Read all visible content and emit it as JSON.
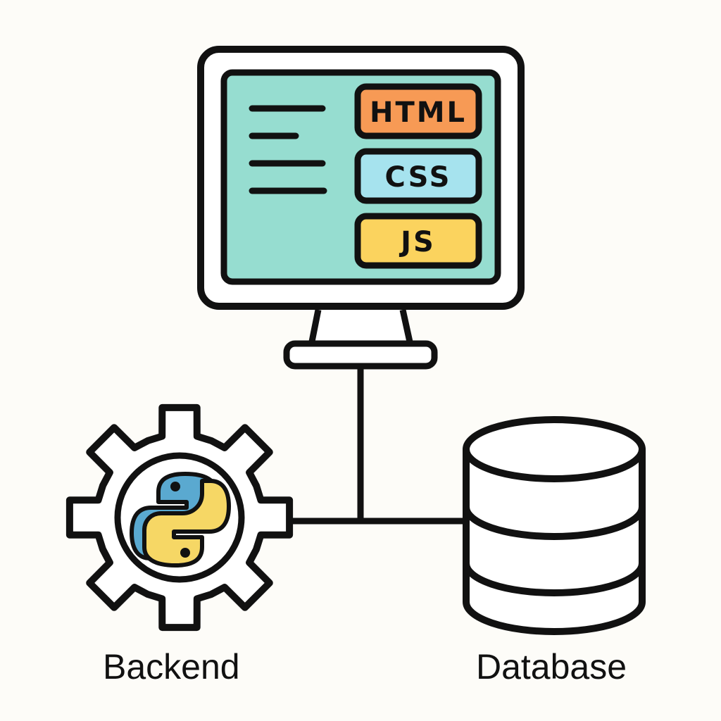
{
  "frontend": {
    "tags": [
      {
        "label": "HTML",
        "color": "#f79a55"
      },
      {
        "label": "CSS",
        "color": "#a6e3ee"
      },
      {
        "label": "JS",
        "color": "#fbd35e"
      }
    ],
    "screen_color": "#96ddd0",
    "icon": "monitor-icon"
  },
  "backend": {
    "label": "Backend",
    "icon": "gear-python-icon",
    "python_colors": {
      "blue": "#5aa9d0",
      "yellow": "#f6d765"
    }
  },
  "database": {
    "label": "Database",
    "icon": "database-cylinder-icon"
  },
  "colors": {
    "stroke": "#111111",
    "background": "#fdfcf8"
  }
}
